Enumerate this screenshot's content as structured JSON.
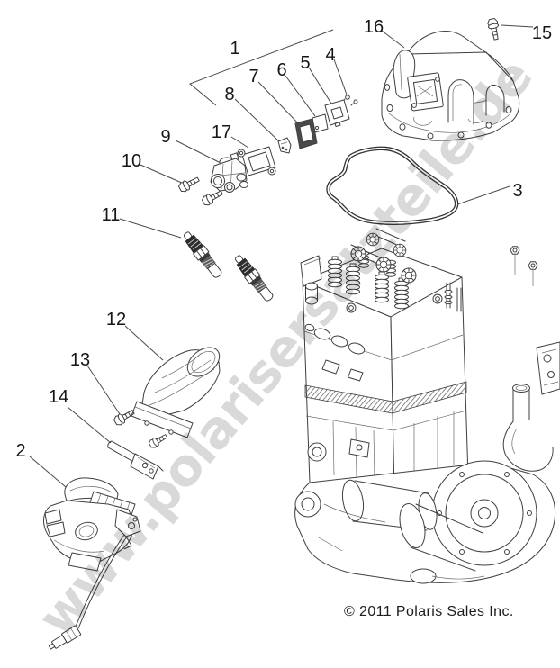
{
  "diagram_type": "exploded-parts-diagram",
  "colors": {
    "background": "#ffffff",
    "line_art": "#3f3f3f",
    "callout_text": "#161616",
    "watermark": "#d9d9d9",
    "copyright_text": "#1c1c1c"
  },
  "watermark": {
    "text": "www.polarisersatzteile.de"
  },
  "footer": {
    "copyright": "© 2011 Polaris Sales Inc."
  },
  "callouts": [
    {
      "label": "1"
    },
    {
      "label": "2"
    },
    {
      "label": "3"
    },
    {
      "label": "4"
    },
    {
      "label": "5"
    },
    {
      "label": "6"
    },
    {
      "label": "7"
    },
    {
      "label": "8"
    },
    {
      "label": "9"
    },
    {
      "label": "10"
    },
    {
      "label": "11"
    },
    {
      "label": "12"
    },
    {
      "label": "13"
    },
    {
      "label": "14"
    },
    {
      "label": "15"
    },
    {
      "label": "16"
    },
    {
      "label": "17"
    }
  ]
}
